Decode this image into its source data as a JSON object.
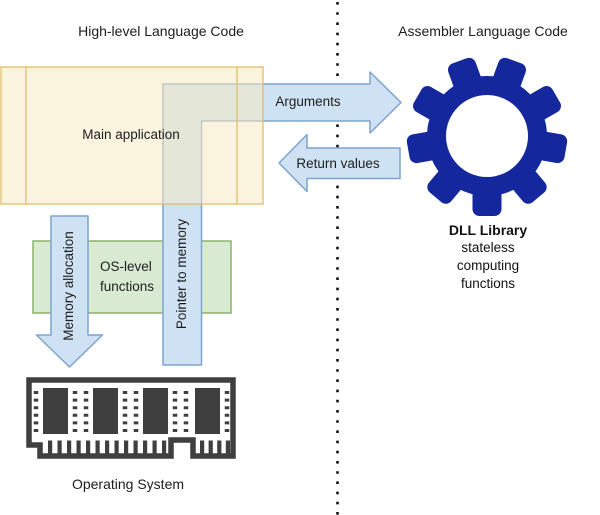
{
  "diagram": {
    "title_left": "High-level Language Code",
    "title_right": "Assembler Language Code",
    "main_box": {
      "label": "Main application"
    },
    "arrows": {
      "arguments": "Arguments",
      "return_values": "Return values",
      "memory_allocation": "Memory allocation",
      "pointer_to_memory": "Pointer to memory"
    },
    "os_box": {
      "line1": "OS-level",
      "line2": "functions"
    },
    "dll": {
      "title": "DLL Library",
      "sub": [
        "stateless",
        "computing",
        "functions"
      ]
    },
    "os_label": "Operating System",
    "icons": {
      "gear": "gear-icon",
      "memory_module": "ram-module-icon"
    },
    "colors": {
      "arrow_fill": "#cfe2f3",
      "arrow_stroke": "#7fa3cf",
      "main_box_fill": "#f6e9c1",
      "main_box_stroke": "#dfbd66",
      "os_box_fill": "#d9ead3",
      "os_box_stroke": "#8ab36b",
      "gear_navy": "#14279d",
      "ram_dark": "#3f3f3f",
      "divider": "#111111",
      "text": "#1d1d1d"
    }
  }
}
